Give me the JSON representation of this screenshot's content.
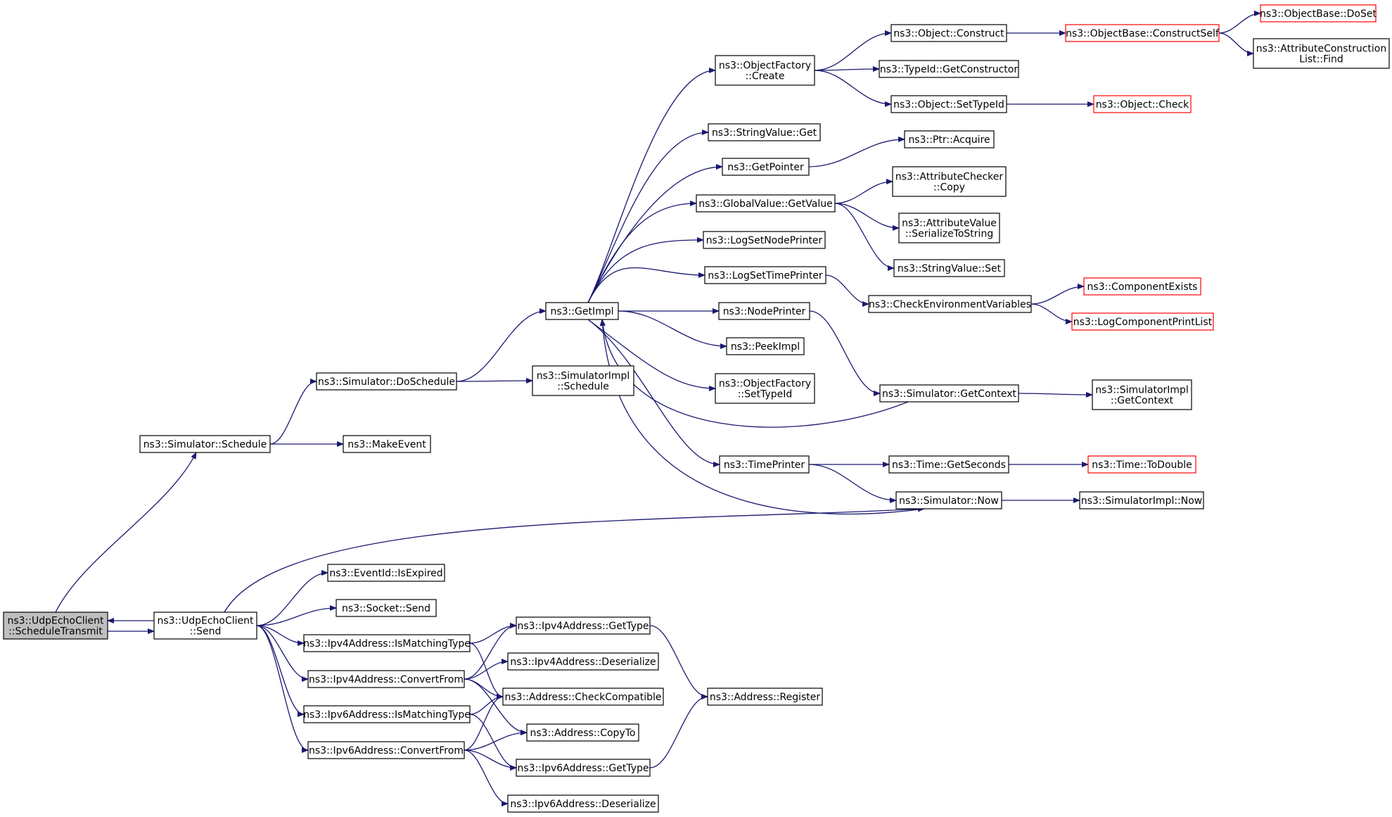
{
  "diagram": {
    "colors": {
      "edge": "#191970",
      "node_border": "#000000",
      "truncated_border": "#ff0000",
      "root_fill": "#bfbfbf",
      "node_fill": "#ffffff"
    },
    "nodes": [
      {
        "id": "root",
        "lines": [
          "ns3::UdpEchoClient",
          "::ScheduleTransmit"
        ],
        "style": "root"
      },
      {
        "id": "sched",
        "lines": [
          "ns3::Simulator::Schedule"
        ],
        "style": "normal"
      },
      {
        "id": "send",
        "lines": [
          "ns3::UdpEchoClient",
          "::Send"
        ],
        "style": "normal"
      },
      {
        "id": "dosched",
        "lines": [
          "ns3::Simulator::DoSchedule"
        ],
        "style": "normal"
      },
      {
        "id": "makeevent",
        "lines": [
          "ns3::MakeEvent"
        ],
        "style": "normal"
      },
      {
        "id": "simimplsched",
        "lines": [
          "ns3::SimulatorImpl",
          "::Schedule"
        ],
        "style": "normal"
      },
      {
        "id": "getimpl",
        "lines": [
          "ns3::GetImpl"
        ],
        "style": "normal"
      },
      {
        "id": "objfactcreate",
        "lines": [
          "ns3::ObjectFactory",
          "::Create"
        ],
        "style": "normal"
      },
      {
        "id": "strget",
        "lines": [
          "ns3::StringValue::Get"
        ],
        "style": "normal"
      },
      {
        "id": "getpointer",
        "lines": [
          "ns3::GetPointer"
        ],
        "style": "normal"
      },
      {
        "id": "gvgetvalue",
        "lines": [
          "ns3::GlobalValue::GetValue"
        ],
        "style": "normal"
      },
      {
        "id": "lognodeprinter",
        "lines": [
          "ns3::LogSetNodePrinter"
        ],
        "style": "normal"
      },
      {
        "id": "logtimeprinter",
        "lines": [
          "ns3::LogSetTimePrinter"
        ],
        "style": "normal"
      },
      {
        "id": "nodeprinter",
        "lines": [
          "ns3::NodePrinter"
        ],
        "style": "normal"
      },
      {
        "id": "peekimpl",
        "lines": [
          "ns3::PeekImpl"
        ],
        "style": "normal"
      },
      {
        "id": "objfactsettype",
        "lines": [
          "ns3::ObjectFactory",
          "::SetTypeId"
        ],
        "style": "normal"
      },
      {
        "id": "timeprinter",
        "lines": [
          "ns3::TimePrinter"
        ],
        "style": "normal"
      },
      {
        "id": "objconstruct",
        "lines": [
          "ns3::Object::Construct"
        ],
        "style": "normal"
      },
      {
        "id": "typeidgetctor",
        "lines": [
          "ns3::TypeId::GetConstructor"
        ],
        "style": "normal"
      },
      {
        "id": "objsettypeid",
        "lines": [
          "ns3::Object::SetTypeId"
        ],
        "style": "normal"
      },
      {
        "id": "ptracquire",
        "lines": [
          "ns3::Ptr::Acquire"
        ],
        "style": "normal"
      },
      {
        "id": "attrcheckercopy",
        "lines": [
          "ns3::AttributeChecker",
          "::Copy"
        ],
        "style": "normal"
      },
      {
        "id": "attrvalser",
        "lines": [
          "ns3::AttributeValue",
          "::SerializeToString"
        ],
        "style": "normal"
      },
      {
        "id": "strset",
        "lines": [
          "ns3::StringValue::Set"
        ],
        "style": "normal"
      },
      {
        "id": "checkenv",
        "lines": [
          "ns3::CheckEnvironmentVariables"
        ],
        "style": "normal"
      },
      {
        "id": "simgetcontext",
        "lines": [
          "ns3::Simulator::GetContext"
        ],
        "style": "normal"
      },
      {
        "id": "timegetsec",
        "lines": [
          "ns3::Time::GetSeconds"
        ],
        "style": "normal"
      },
      {
        "id": "simnow",
        "lines": [
          "ns3::Simulator::Now"
        ],
        "style": "normal"
      },
      {
        "id": "objbaseconstructself",
        "lines": [
          "ns3::ObjectBase::ConstructSelf"
        ],
        "style": "truncated"
      },
      {
        "id": "objcheck",
        "lines": [
          "ns3::Object::Check"
        ],
        "style": "truncated"
      },
      {
        "id": "compexists",
        "lines": [
          "ns3::ComponentExists"
        ],
        "style": "truncated"
      },
      {
        "id": "logcompprint",
        "lines": [
          "ns3::LogComponentPrintList"
        ],
        "style": "truncated"
      },
      {
        "id": "simimplgetcontext",
        "lines": [
          "ns3::SimulatorImpl",
          "::GetContext"
        ],
        "style": "normal"
      },
      {
        "id": "timetodouble",
        "lines": [
          "ns3::Time::ToDouble"
        ],
        "style": "truncated"
      },
      {
        "id": "simimplnow",
        "lines": [
          "ns3::SimulatorImpl::Now"
        ],
        "style": "normal"
      },
      {
        "id": "objbasedoset",
        "lines": [
          "ns3::ObjectBase::DoSet"
        ],
        "style": "truncated"
      },
      {
        "id": "attrconstrfind",
        "lines": [
          "ns3::AttributeConstruction",
          "List::Find"
        ],
        "style": "normal"
      },
      {
        "id": "eventidexpired",
        "lines": [
          "ns3::EventId::IsExpired"
        ],
        "style": "normal"
      },
      {
        "id": "socketsend",
        "lines": [
          "ns3::Socket::Send"
        ],
        "style": "normal"
      },
      {
        "id": "ipv4ismatch",
        "lines": [
          "ns3::Ipv4Address::IsMatchingType"
        ],
        "style": "normal"
      },
      {
        "id": "ipv4convert",
        "lines": [
          "ns3::Ipv4Address::ConvertFrom"
        ],
        "style": "normal"
      },
      {
        "id": "ipv6ismatch",
        "lines": [
          "ns3::Ipv6Address::IsMatchingType"
        ],
        "style": "normal"
      },
      {
        "id": "ipv6convert",
        "lines": [
          "ns3::Ipv6Address::ConvertFrom"
        ],
        "style": "normal"
      },
      {
        "id": "ipv4gettype",
        "lines": [
          "ns3::Ipv4Address::GetType"
        ],
        "style": "normal"
      },
      {
        "id": "ipv4deser",
        "lines": [
          "ns3::Ipv4Address::Deserialize"
        ],
        "style": "normal"
      },
      {
        "id": "addrcheckcompat",
        "lines": [
          "ns3::Address::CheckCompatible"
        ],
        "style": "normal"
      },
      {
        "id": "addrcopyto",
        "lines": [
          "ns3::Address::CopyTo"
        ],
        "style": "normal"
      },
      {
        "id": "ipv6gettype",
        "lines": [
          "ns3::Ipv6Address::GetType"
        ],
        "style": "normal"
      },
      {
        "id": "ipv6deser",
        "lines": [
          "ns3::Ipv6Address::Deserialize"
        ],
        "style": "normal"
      },
      {
        "id": "addrregister",
        "lines": [
          "ns3::Address::Register"
        ],
        "style": "normal"
      }
    ],
    "edges": [
      {
        "from": "root",
        "to": "sched"
      },
      {
        "from": "root",
        "to": "send"
      },
      {
        "from": "send",
        "to": "root"
      },
      {
        "from": "sched",
        "to": "dosched"
      },
      {
        "from": "sched",
        "to": "makeevent"
      },
      {
        "from": "dosched",
        "to": "simimplsched"
      },
      {
        "from": "dosched",
        "to": "getimpl"
      },
      {
        "from": "getimpl",
        "to": "objfactcreate"
      },
      {
        "from": "getimpl",
        "to": "strget"
      },
      {
        "from": "getimpl",
        "to": "getpointer"
      },
      {
        "from": "getimpl",
        "to": "gvgetvalue"
      },
      {
        "from": "getimpl",
        "to": "lognodeprinter"
      },
      {
        "from": "getimpl",
        "to": "logtimeprinter"
      },
      {
        "from": "getimpl",
        "to": "nodeprinter"
      },
      {
        "from": "getimpl",
        "to": "peekimpl"
      },
      {
        "from": "getimpl",
        "to": "objfactsettype"
      },
      {
        "from": "getimpl",
        "to": "timeprinter"
      },
      {
        "from": "objfactcreate",
        "to": "objconstruct"
      },
      {
        "from": "objfactcreate",
        "to": "typeidgetctor"
      },
      {
        "from": "objfactcreate",
        "to": "objsettypeid"
      },
      {
        "from": "getpointer",
        "to": "ptracquire"
      },
      {
        "from": "gvgetvalue",
        "to": "attrcheckercopy"
      },
      {
        "from": "gvgetvalue",
        "to": "attrvalser"
      },
      {
        "from": "gvgetvalue",
        "to": "strset"
      },
      {
        "from": "logtimeprinter",
        "to": "checkenv"
      },
      {
        "from": "nodeprinter",
        "to": "simgetcontext"
      },
      {
        "from": "simgetcontext",
        "to": "getimpl"
      },
      {
        "from": "simgetcontext",
        "to": "simimplgetcontext"
      },
      {
        "from": "timeprinter",
        "to": "timegetsec"
      },
      {
        "from": "timeprinter",
        "to": "simnow"
      },
      {
        "from": "simnow",
        "to": "getimpl"
      },
      {
        "from": "simnow",
        "to": "simimplnow"
      },
      {
        "from": "objconstruct",
        "to": "objbaseconstructself"
      },
      {
        "from": "objbaseconstructself",
        "to": "objbasedoset"
      },
      {
        "from": "objbaseconstructself",
        "to": "attrconstrfind"
      },
      {
        "from": "objsettypeid",
        "to": "objcheck"
      },
      {
        "from": "checkenv",
        "to": "compexists"
      },
      {
        "from": "checkenv",
        "to": "logcompprint"
      },
      {
        "from": "timegetsec",
        "to": "timetodouble"
      },
      {
        "from": "send",
        "to": "simnow"
      },
      {
        "from": "send",
        "to": "eventidexpired"
      },
      {
        "from": "send",
        "to": "socketsend"
      },
      {
        "from": "send",
        "to": "ipv4ismatch"
      },
      {
        "from": "send",
        "to": "ipv4convert"
      },
      {
        "from": "send",
        "to": "ipv6ismatch"
      },
      {
        "from": "send",
        "to": "ipv6convert"
      },
      {
        "from": "ipv4ismatch",
        "to": "ipv4gettype"
      },
      {
        "from": "ipv4ismatch",
        "to": "addrcheckcompat"
      },
      {
        "from": "ipv4convert",
        "to": "ipv4gettype"
      },
      {
        "from": "ipv4convert",
        "to": "ipv4deser"
      },
      {
        "from": "ipv4convert",
        "to": "addrcheckcompat"
      },
      {
        "from": "ipv4convert",
        "to": "addrcopyto"
      },
      {
        "from": "ipv6ismatch",
        "to": "addrcheckcompat"
      },
      {
        "from": "ipv6ismatch",
        "to": "ipv6gettype"
      },
      {
        "from": "ipv6convert",
        "to": "addrcheckcompat"
      },
      {
        "from": "ipv6convert",
        "to": "addrcopyto"
      },
      {
        "from": "ipv6convert",
        "to": "ipv6gettype"
      },
      {
        "from": "ipv6convert",
        "to": "ipv6deser"
      },
      {
        "from": "ipv4gettype",
        "to": "addrregister"
      },
      {
        "from": "ipv6gettype",
        "to": "addrregister"
      }
    ]
  }
}
